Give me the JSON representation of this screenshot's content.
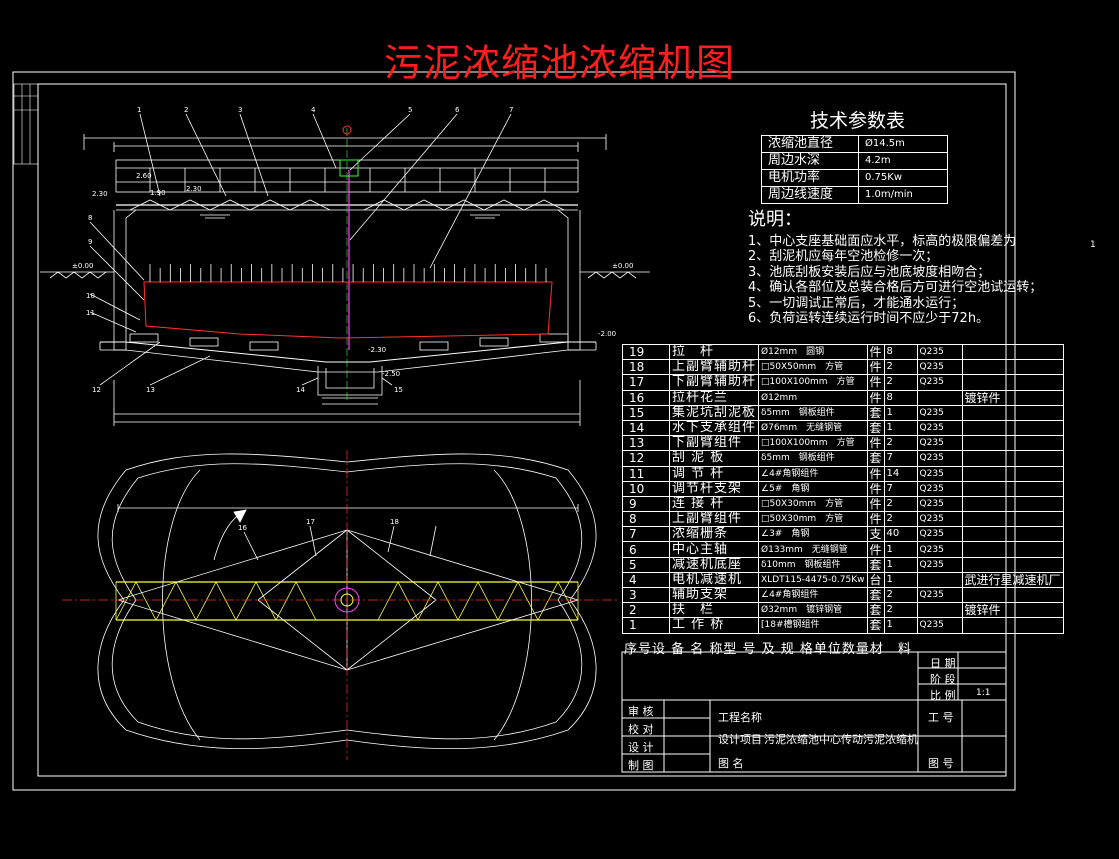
{
  "title": "污泥浓缩池浓缩机图",
  "tech_params": {
    "title": "技术参数表",
    "rows": [
      {
        "k": "浓缩池直径",
        "v": "Ø14.5m"
      },
      {
        "k": "周边水深",
        "v": "4.2m"
      },
      {
        "k": "电机功率",
        "v": "0.75Kw"
      },
      {
        "k": "周边线速度",
        "v": "1.0m/min"
      }
    ]
  },
  "notes": {
    "heading": "说明：",
    "items": [
      "1、中心支座基础面应水平，标高的极限偏差为",
      "2、刮泥机应每年空池检修一次；",
      "3、池底刮板安装后应与池底坡度相吻合；",
      "4、确认各部位及总装合格后方可进行空池试运转；",
      "5、一切调试正常后，才能通水运行；",
      "6、负荷运转连续运行时间不应少于72h。"
    ],
    "side_mark": "1"
  },
  "bom": {
    "rows": [
      {
        "no": "19",
        "name": "拉　杆",
        "spec": "Ø12mm　圆钢",
        "unit": "件",
        "qty": "8",
        "mat": "Q235",
        "note": ""
      },
      {
        "no": "18",
        "name": "上副臂辅助杆",
        "spec": "□50X50mm　方管",
        "unit": "件",
        "qty": "2",
        "mat": "Q235",
        "note": ""
      },
      {
        "no": "17",
        "name": "下副臂辅助杆",
        "spec": "□100X100mm　方管",
        "unit": "件",
        "qty": "2",
        "mat": "Q235",
        "note": ""
      },
      {
        "no": "16",
        "name": "拉杆花兰",
        "spec": "Ø12mm",
        "unit": "件",
        "qty": "8",
        "mat": "",
        "note": "镀锌件"
      },
      {
        "no": "15",
        "name": "集泥坑刮泥板",
        "spec": "δ5mm　钢板组件",
        "unit": "套",
        "qty": "1",
        "mat": "Q235",
        "note": ""
      },
      {
        "no": "14",
        "name": "水下支承组件",
        "spec": "Ø76mm　无缝钢管",
        "unit": "套",
        "qty": "1",
        "mat": "Q235",
        "note": ""
      },
      {
        "no": "13",
        "name": "下副臂组件",
        "spec": "□100X100mm　方管",
        "unit": "件",
        "qty": "2",
        "mat": "Q235",
        "note": ""
      },
      {
        "no": "12",
        "name": "刮 泥 板",
        "spec": "δ5mm　钢板组件",
        "unit": "套",
        "qty": "7",
        "mat": "Q235",
        "note": ""
      },
      {
        "no": "11",
        "name": "调 节 杆",
        "spec": "∠4#角钢组件",
        "unit": "件",
        "qty": "14",
        "mat": "Q235",
        "note": ""
      },
      {
        "no": "10",
        "name": "调节杆支架",
        "spec": "∠5#　角钢",
        "unit": "件",
        "qty": "7",
        "mat": "Q235",
        "note": ""
      },
      {
        "no": "9",
        "name": "连 接 杆",
        "spec": "□50X30mm　方管",
        "unit": "件",
        "qty": "2",
        "mat": "Q235",
        "note": ""
      },
      {
        "no": "8",
        "name": "上副臂组件",
        "spec": "□50X30mm　方管",
        "unit": "件",
        "qty": "2",
        "mat": "Q235",
        "note": ""
      },
      {
        "no": "7",
        "name": "浓缩栅条",
        "spec": "∠3#　角钢",
        "unit": "支",
        "qty": "40",
        "mat": "Q235",
        "note": ""
      },
      {
        "no": "6",
        "name": "中心主轴",
        "spec": "Ø133mm　无缝钢管",
        "unit": "件",
        "qty": "1",
        "mat": "Q235",
        "note": ""
      },
      {
        "no": "5",
        "name": "减速机底座",
        "spec": "δ10mm　钢板组件",
        "unit": "套",
        "qty": "1",
        "mat": "Q235",
        "note": ""
      },
      {
        "no": "4",
        "name": "电机减速机",
        "spec": "XLDT115-4475-0.75Kw",
        "unit": "台",
        "qty": "1",
        "mat": "",
        "note": "武进行星减速机厂"
      },
      {
        "no": "3",
        "name": "辅助支架",
        "spec": "∠4#角钢组件",
        "unit": "套",
        "qty": "2",
        "mat": "Q235",
        "note": ""
      },
      {
        "no": "2",
        "name": "扶　栏",
        "spec": "Ø32mm　镀锌钢管",
        "unit": "套",
        "qty": "2",
        "mat": "",
        "note": "镀锌件"
      },
      {
        "no": "1",
        "name": "工 作 桥",
        "spec": "[18#槽钢组件",
        "unit": "套",
        "qty": "1",
        "mat": "Q235",
        "note": ""
      }
    ],
    "header": "序号设 备 名 称型 号 及 规 格单位数量材　料"
  },
  "title_block": {
    "date_label": "日 期",
    "stage_label": "阶 段",
    "scale_label": "比 例",
    "scale_value": "1:1",
    "roles": [
      "审 核",
      "校 对",
      "设 计",
      "制 图"
    ],
    "project_name_label": "工程名称",
    "design_item_label": "设计项目",
    "design_item_value": "污泥浓缩池中心传动污泥浓缩机",
    "drawing_name_label": "图 名",
    "work_no_label": "工 号",
    "drawing_no_label": "图 号"
  },
  "drawing": {
    "elevation_marks": [
      "2.60",
      "2.30",
      "1.90",
      "2.30",
      "±0.00",
      "±0.00",
      "-2.00",
      "-2.30",
      "-2.50"
    ],
    "part_labels": [
      "1",
      "2",
      "3",
      "4",
      "5",
      "6",
      "7",
      "8",
      "9",
      "10",
      "11",
      "12",
      "13",
      "14",
      "15",
      "16",
      "17",
      "18"
    ]
  },
  "colors": {
    "background": "#000000",
    "line": "#ffffff",
    "title": "#ff1e1e",
    "accent_red": "#ff3030",
    "accent_yellow": "#ffff33",
    "accent_green": "#33ff33",
    "accent_magenta": "#ff40ff"
  }
}
